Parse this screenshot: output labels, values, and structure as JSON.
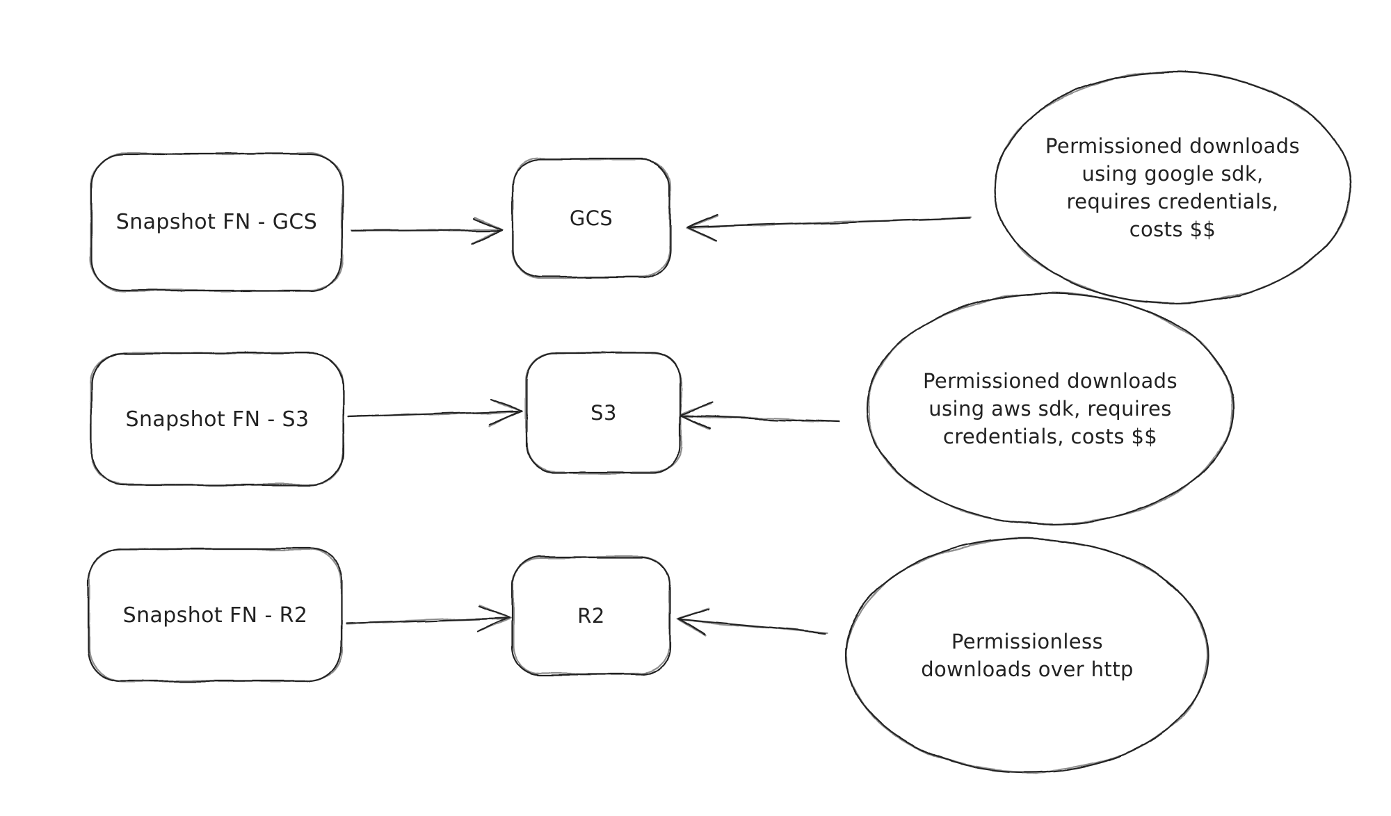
{
  "diagram": {
    "type": "flow-diagram",
    "style": "hand-drawn-sketch",
    "background_color": "#ffffff",
    "stroke_color": "#242424",
    "text_color": "#222222",
    "rows": [
      {
        "id": "gcs",
        "source": {
          "label": "Snapshot FN - GCS",
          "shape": "rounded-rectangle"
        },
        "target": {
          "label": "GCS",
          "shape": "rounded-rectangle"
        },
        "annotation": {
          "label": "Permissioned downloads\nusing google sdk,\nrequires credentials,\ncosts $$",
          "shape": "ellipse"
        },
        "edges": [
          {
            "from": "source",
            "to": "target",
            "arrowhead": "open-chevron"
          },
          {
            "from": "annotation",
            "to": "target",
            "arrowhead": "open-chevron"
          }
        ]
      },
      {
        "id": "s3",
        "source": {
          "label": "Snapshot FN - S3",
          "shape": "rounded-rectangle"
        },
        "target": {
          "label": "S3",
          "shape": "rounded-rectangle"
        },
        "annotation": {
          "label": "Permissioned downloads\nusing aws sdk, requires\ncredentials, costs $$",
          "shape": "ellipse"
        },
        "edges": [
          {
            "from": "source",
            "to": "target",
            "arrowhead": "open-chevron"
          },
          {
            "from": "annotation",
            "to": "target",
            "arrowhead": "open-chevron"
          }
        ]
      },
      {
        "id": "r2",
        "source": {
          "label": "Snapshot FN - R2",
          "shape": "rounded-rectangle"
        },
        "target": {
          "label": "R2",
          "shape": "rounded-rectangle"
        },
        "annotation": {
          "label": "Permissionless\ndownloads over http",
          "shape": "ellipse"
        },
        "edges": [
          {
            "from": "source",
            "to": "target",
            "arrowhead": "open-chevron"
          },
          {
            "from": "annotation",
            "to": "target",
            "arrowhead": "open-chevron"
          }
        ]
      }
    ]
  }
}
